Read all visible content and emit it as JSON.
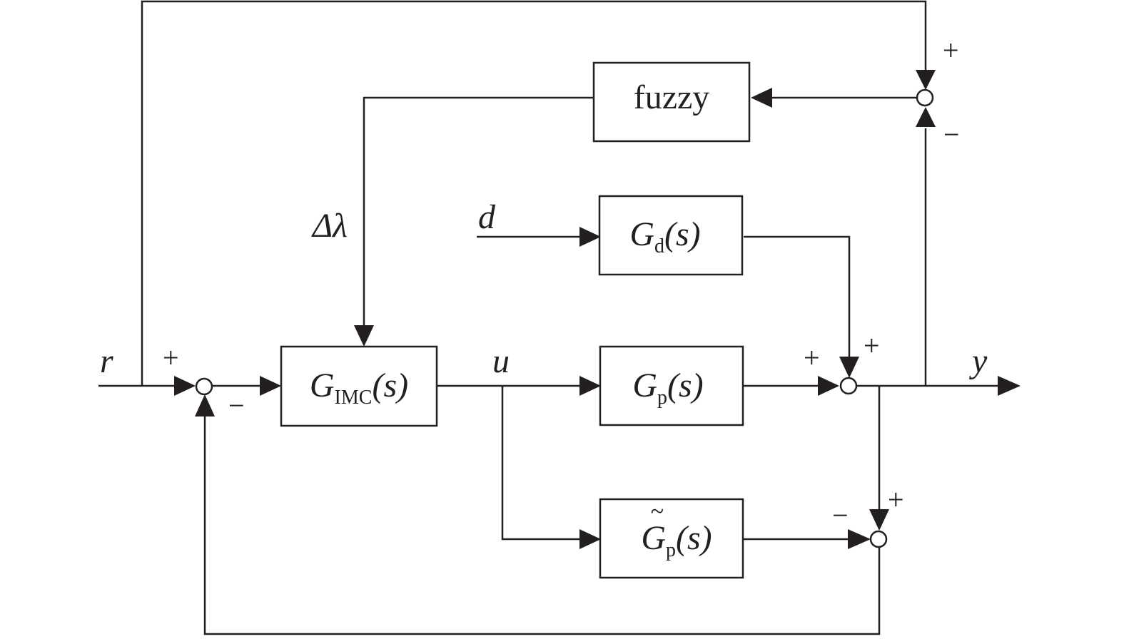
{
  "blocks": {
    "fuzzy": "fuzzy",
    "gimc": {
      "main": "G",
      "sub": "IMC",
      "arg": "(s)"
    },
    "gd": {
      "main": "G",
      "sub": "d",
      "arg": "(s)"
    },
    "gp": {
      "main": "G",
      "sub": "p",
      "arg": "(s)"
    },
    "gp_model": {
      "tilde": "~",
      "main": "G",
      "sub": "p",
      "arg": "(s)"
    }
  },
  "signals": {
    "r": "r",
    "u": "u",
    "y": "y",
    "d": "d",
    "delta_lambda": "Δλ"
  },
  "signs": {
    "j1_r": "+",
    "j1_fb": "−",
    "j2_gp": "+",
    "j2_gd": "+",
    "j3_y": "+",
    "j3_model": "−",
    "j4_r": "+",
    "j4_y": "−"
  }
}
